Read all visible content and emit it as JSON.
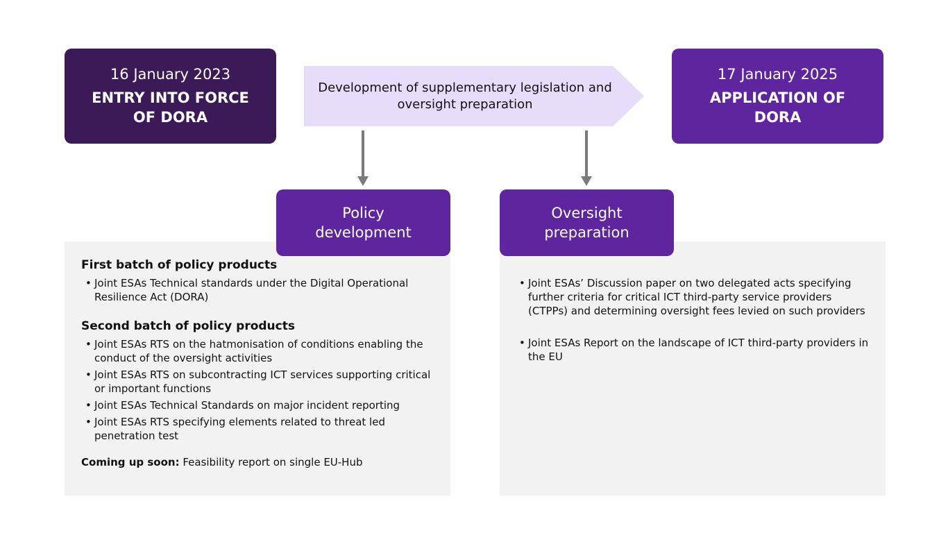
{
  "entry": {
    "date": "16 January 2023",
    "label": "ENTRY INTO FORCE OF DORA"
  },
  "application": {
    "date": "17 January 2025",
    "label": "APPLICATION OF DORA"
  },
  "banner": {
    "text": "Development of supplementary legislation and oversight preparation"
  },
  "policy": {
    "tab_label": "Policy development",
    "first_batch": {
      "heading": "First batch of policy products",
      "items": [
        "Joint ESAs Technical standards under the Digital Operational Resilience Act (DORA)"
      ]
    },
    "second_batch": {
      "heading": "Second batch of policy products",
      "items": [
        "Joint ESAs RTS on the hatmonisation of conditions enabling the conduct of the oversight activities",
        "Joint ESAs RTS on subcontracting ICT services supporting critical or important functions",
        "Joint ESAs Technical Standards on major incident reporting",
        "Joint ESAs RTS specifying elements related to threat led penetration test"
      ]
    },
    "coming_soon": {
      "label": "Coming up soon:",
      "text": " Feasibility report on single EU-Hub"
    }
  },
  "oversight": {
    "tab_label": "Oversight preparation",
    "items": [
      "Joint ESAs’ Discussion paper on two delegated acts specifying further criteria for critical ICT third-party service providers (CTPPs) and determining oversight fees levied on such providers",
      "Joint ESAs Report on the landscape of ICT third-party providers in the EU"
    ]
  },
  "colors": {
    "entry_box": "#3b1a57",
    "accent_purple": "#5f259f",
    "banner_fill": "#e8dcfb",
    "panel_fill": "#f2f2f2",
    "arrow": "#7a7a7a"
  }
}
